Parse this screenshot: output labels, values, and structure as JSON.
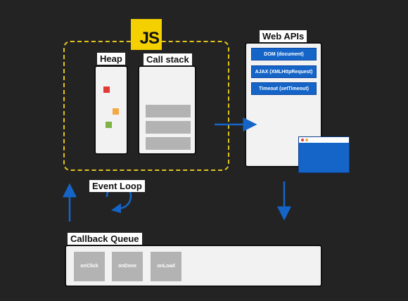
{
  "js_badge": "JS",
  "heap": {
    "label": "Heap"
  },
  "call_stack": {
    "label": "Call stack"
  },
  "web_apis": {
    "label": "Web APIs",
    "items": [
      "DOM (document)",
      "AJAX (XMLHttpRequest)",
      "Timeout (setTimeout)"
    ]
  },
  "event_loop": {
    "label": "Event Loop"
  },
  "callback_queue": {
    "label": "Callback Queue",
    "items": [
      "onClick",
      "onDone",
      "onLoad"
    ]
  },
  "colors": {
    "background": "#232323",
    "js_yellow": "#f5d000",
    "dashed_outline": "#e3c41d",
    "accent_blue": "#1565c8",
    "heap_red": "#e53935",
    "heap_orange": "#f5a742",
    "heap_green": "#7cb342"
  }
}
